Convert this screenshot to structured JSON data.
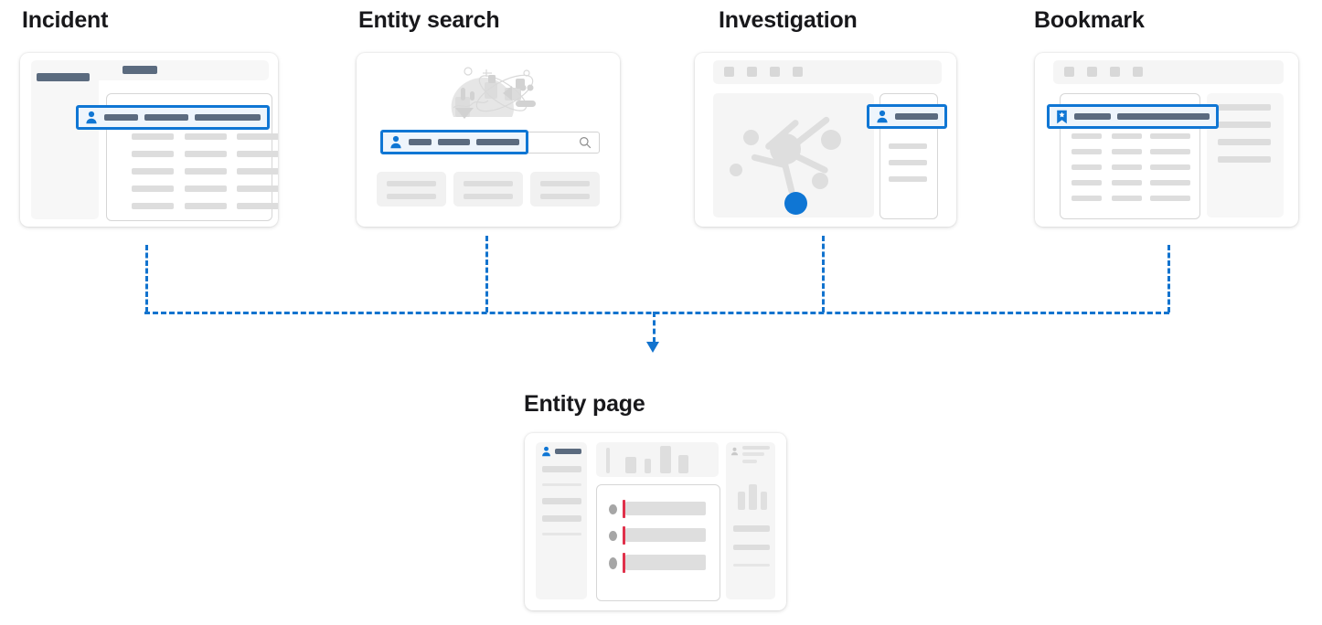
{
  "diagram": {
    "title_color": "#18181b",
    "accent_color": "#0f76d4",
    "connector_color": "#1273ce",
    "alert_color": "#e0314b",
    "muted_color": "#dddddd"
  },
  "sources": [
    {
      "id": "incident",
      "title": "Incident",
      "icon": "person-icon",
      "selected_row_icon": "person-icon",
      "selected_row_bars": 3,
      "table_rows": 5,
      "table_columns": 3,
      "has_sidebar": true
    },
    {
      "id": "entity-search",
      "title": "Entity search",
      "icon": "search-icon",
      "selected_row_icon": "person-icon",
      "selected_row_bars": 3,
      "search_placeholder_icon": "magnifier-icon",
      "result_cards": 3,
      "illustration": "discovery-illustration"
    },
    {
      "id": "investigation",
      "title": "Investigation",
      "icon": "graph-icon",
      "selected_row_icon": "person-icon",
      "selected_row_bars": 1,
      "toolbar_buttons": 4,
      "graph_nodes": 6,
      "graph_active_node": 1,
      "detail_lines": 3
    },
    {
      "id": "bookmark",
      "title": "Bookmark",
      "icon": "bookmark-icon",
      "selected_row_icon": "bookmark-icon",
      "selected_row_bars": 2,
      "toolbar_buttons": 4,
      "table_rows": 5,
      "table_columns": 3,
      "side_panel_lines": 4
    }
  ],
  "target": {
    "id": "entity-page",
    "title": "Entity page",
    "left_panel": {
      "icon": "person-icon",
      "title_bar": true,
      "lines": 5
    },
    "chart": {
      "type": "bar",
      "bars": 5
    },
    "alerts": {
      "items": 3,
      "marker": "severity-bar"
    },
    "right_panel": {
      "icon": "person-small-icon",
      "chart_bars": 3,
      "lines": 3
    }
  },
  "flow": {
    "direction": "sources-to-entity-page",
    "line_style": "dashed",
    "arrow": "down-arrow-icon"
  }
}
